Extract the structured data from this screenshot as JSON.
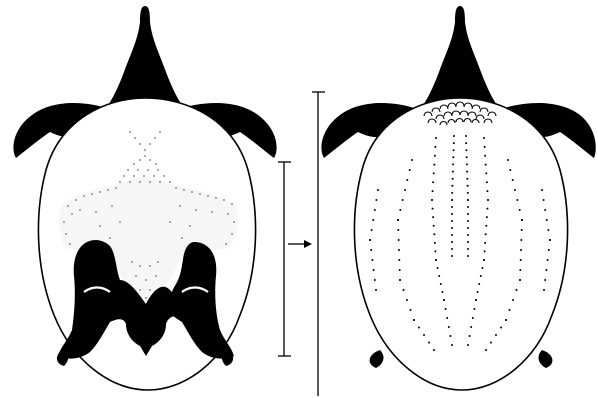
{
  "figure": {
    "panels": [
      {
        "id": "left",
        "description_visible": false
      },
      {
        "id": "right",
        "description_visible": false
      }
    ],
    "colors": {
      "silhouette": "#000000",
      "outline": "#000000",
      "background": "#ffffff",
      "stipple": "#9a9a9a",
      "shell_wash": "#f4f4f4"
    },
    "icons": [
      "left-turtle-figure",
      "right-turtle-figure",
      "scale-bar-short",
      "scale-bar-long",
      "transition-arrow"
    ]
  }
}
